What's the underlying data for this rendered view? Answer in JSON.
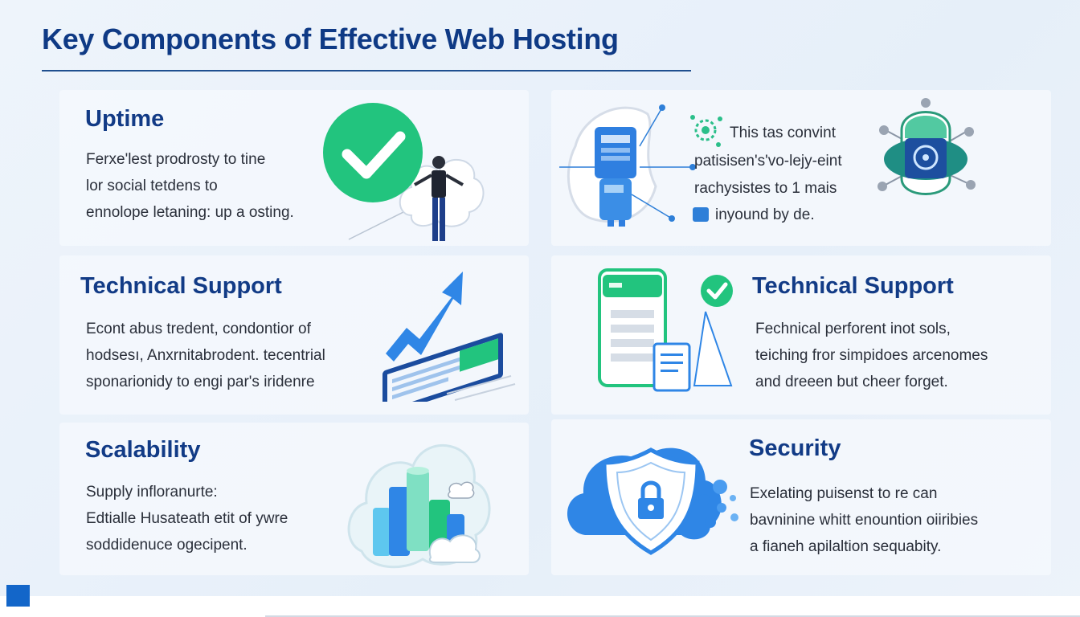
{
  "page": {
    "title": "Key Components of Effective Web Hosting"
  },
  "cards": {
    "uptime": {
      "title": "Uptime",
      "lines": [
        "Ferxe'lest prodrosty to tine",
        "lor social tetdens to",
        "ennolope letaning: up a osting."
      ]
    },
    "info": {
      "lines": [
        "This tas convint",
        "patisisen's'vo-lejy-eint",
        "rachysistes to 1 mais",
        "inyound by de."
      ]
    },
    "support_left": {
      "title": "Technical Support",
      "lines": [
        "Econt abus tredent, condontior of",
        "hodsesı, Anxrnitabrodent. tecentrial",
        "sponarionidy to engi par's iridenre"
      ]
    },
    "support_right": {
      "title": "Technical Support",
      "lines": [
        "Fechnical perforent inot sols,",
        "teiching fror simpidoes arcenomes",
        "and dreeen but cheer forget."
      ]
    },
    "scalability": {
      "title": "Scalability",
      "lines": [
        "Supply infloranurte:",
        "Edtialle Husateath etit of ywre",
        "soddidenuce ogecipent."
      ]
    },
    "security": {
      "title": "Security",
      "lines": [
        "Exelating puisenst to re can",
        "bavninine whitt enountion oiiribies",
        "a fianeh apilaltion sequabity."
      ]
    }
  },
  "icons": {
    "uptime": "checkmark-person-cloud",
    "info": "server-network",
    "support_left": "growth-arrow-laptop",
    "support_right": "mobile-check",
    "scalability": "cloud-data-cylinders",
    "security": "cloud-shield-lock"
  },
  "colors": {
    "title": "#0f3a85",
    "heading": "#123b86",
    "green": "#1fc57e",
    "blue": "#2f86e6",
    "accent_square": "#1366c9"
  }
}
